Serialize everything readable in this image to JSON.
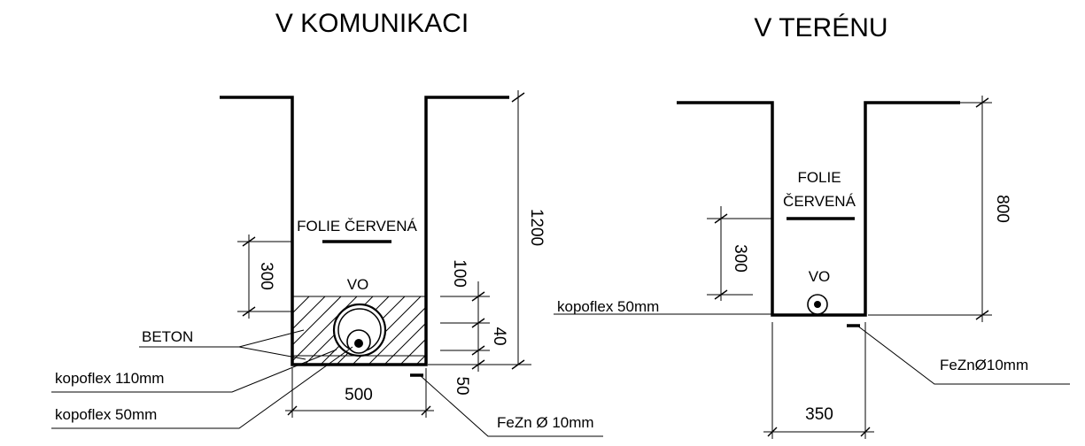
{
  "left_section": {
    "title": "V KOMUNIKACI",
    "foil_label": "FOLIE ČERVENÁ",
    "vo_label": "VO",
    "beton_label": "BETON",
    "kopoflex_110_label": "kopoflex 110mm",
    "kopoflex_50_label": "kopoflex 50mm",
    "fezn_label": "FeZn Ø 10mm",
    "dims": {
      "depth": "1200",
      "foil_offset": "300",
      "cover": "100",
      "pipe_bed": "40",
      "bottom": "50",
      "width": "500"
    }
  },
  "right_section": {
    "title": "V TERÉNU",
    "foil_label_line1": "FOLIE",
    "foil_label_line2": "ČERVENÁ",
    "vo_label": "VO",
    "kopoflex_50_label": "kopoflex 50mm",
    "fezn_label": "FeZnØ10mm",
    "dims": {
      "depth": "800",
      "foil_offset": "300",
      "width": "350"
    }
  }
}
